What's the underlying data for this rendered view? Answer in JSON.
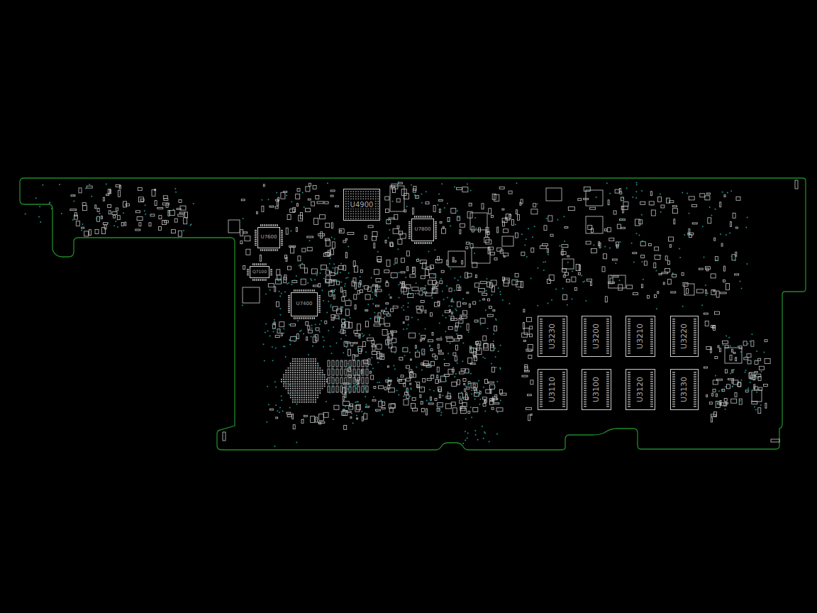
{
  "diagram": {
    "nodes": [
      {
        "text": [
          "U4900"
        ]
      },
      {
        "text": [
          "U7600"
        ]
      },
      {
        "text": [
          "U7800"
        ]
      },
      {
        "text": [
          "U7400"
        ]
      },
      {
        "text": [
          "Q7100"
        ]
      },
      {
        "text": [
          "U3230"
        ]
      },
      {
        "text": [
          "U3200"
        ]
      },
      {
        "text": [
          "U3210"
        ]
      },
      {
        "text": [
          "U3220"
        ]
      },
      {
        "text": [
          "U3110"
        ]
      },
      {
        "text": [
          "U3100"
        ]
      },
      {
        "text": [
          "U3120"
        ]
      },
      {
        "text": [
          "U3130"
        ]
      }
    ]
  }
}
